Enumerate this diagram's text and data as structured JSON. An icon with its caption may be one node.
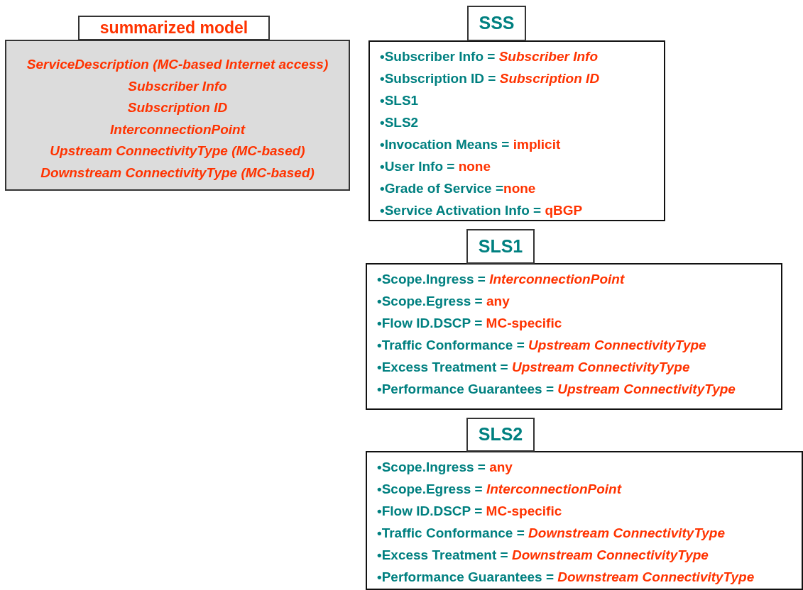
{
  "diagram": {
    "nodes": [
      {
        "text": [
          "summarized model"
        ]
      },
      {
        "text": [
          "ServiceDescription (MC-based Internet access)",
          "Subscriber Info",
          "Subscription ID",
          "InterconnectionPoint",
          "Upstream ConnectivityType (MC-based)",
          "Downstream ConnectivityType (MC-based)"
        ]
      },
      {
        "text": [
          "SSS"
        ]
      },
      {
        "text": [
          "•Subscriber Info = *Subscriber Info*",
          "•Subscription ID = *Subscription ID*",
          "•SLS1",
          "•SLS2",
          "•Invocation Means = implicit",
          "•User Info = none",
          "•Grade of Service =none",
          "•Service Activation Info = qBGP"
        ]
      },
      {
        "text": [
          "SLS1"
        ]
      },
      {
        "text": [
          "•Scope.Ingress = *InterconnectionPoint*",
          "•Scope.Egress = any",
          "•Flow ID.DSCP = MC-specific",
          "•Traffic Conformance = *Upstream ConnectivityType*",
          "•Excess Treatment = *Upstream ConnectivityType*",
          "•Performance Guarantees = *Upstream ConnectivityType*"
        ]
      },
      {
        "text": [
          "SLS2"
        ]
      },
      {
        "text": [
          "•Scope.Ingress = any",
          "•Scope.Egress = *InterconnectionPoint*",
          "•Flow ID.DSCP = MC-specific",
          "•Traffic Conformance = *Downstream ConnectivityType*",
          "•Excess Treatment = *Downstream ConnectivityType*",
          "•Performance Guarantees = *Downstream ConnectivityType*"
        ]
      }
    ],
    "edges": []
  }
}
